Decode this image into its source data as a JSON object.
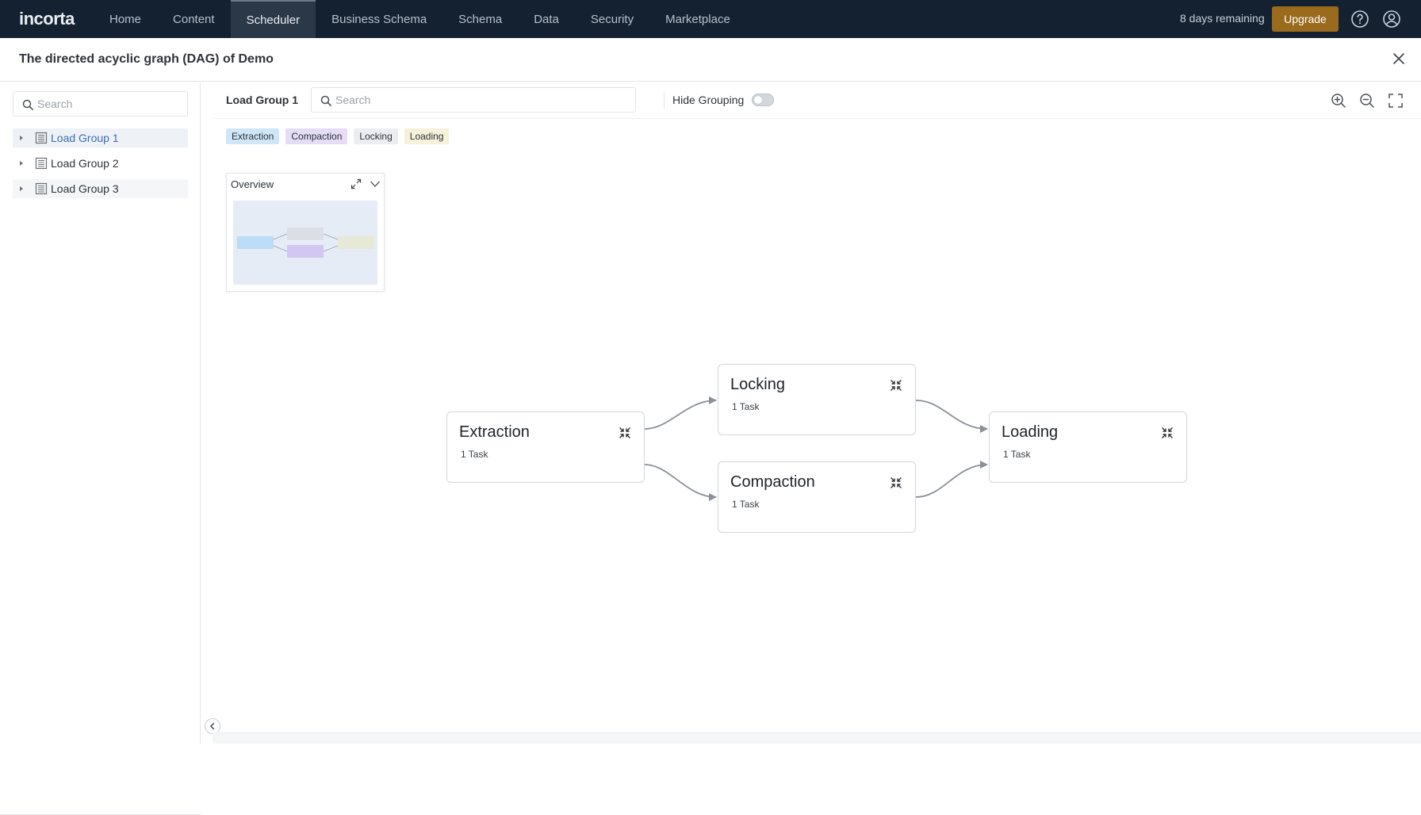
{
  "app": {
    "logo": "incorta",
    "trial_text": "8 days remaining",
    "upgrade_label": "Upgrade"
  },
  "nav": {
    "items": [
      "Home",
      "Content",
      "Scheduler",
      "Business Schema",
      "Schema",
      "Data",
      "Security",
      "Marketplace"
    ],
    "active": "Scheduler"
  },
  "header": {
    "title": "The directed acyclic graph (DAG) of Demo"
  },
  "sidebar": {
    "search_placeholder": "Search",
    "items": [
      {
        "label": "Load Group 1",
        "selected": true
      },
      {
        "label": "Load Group 2",
        "selected": false
      },
      {
        "label": "Load Group 3",
        "selected": false
      }
    ]
  },
  "toolbar": {
    "title": "Load Group 1",
    "search_placeholder": "Search",
    "hide_grouping_label": "Hide Grouping",
    "hide_grouping_on": false
  },
  "legend": [
    {
      "label": "Extraction",
      "color": "#cfe6f8"
    },
    {
      "label": "Compaction",
      "color": "#e5dcf5"
    },
    {
      "label": "Locking",
      "color": "#ecedf0"
    },
    {
      "label": "Loading",
      "color": "#f6f1da"
    }
  ],
  "overview": {
    "title": "Overview"
  },
  "nodes": {
    "extraction": {
      "title": "Extraction",
      "subtitle": "1 Task"
    },
    "locking": {
      "title": "Locking",
      "subtitle": "1 Task"
    },
    "compaction": {
      "title": "Compaction",
      "subtitle": "1 Task"
    },
    "loading": {
      "title": "Loading",
      "subtitle": "1 Task"
    }
  },
  "colors": {
    "topbar": "#132131",
    "upgrade": "#9a6a1d",
    "selected_text": "#3b6fb6",
    "edge": "#8a9098"
  }
}
